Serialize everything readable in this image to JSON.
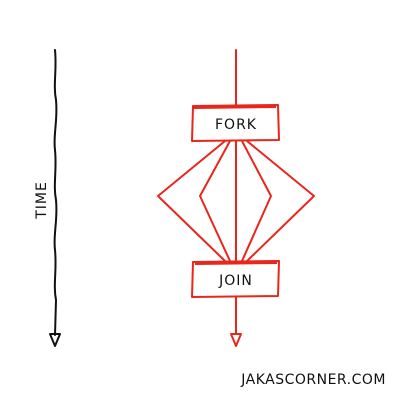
{
  "diagram": {
    "time_label": "TIME",
    "fork_label": "FORK",
    "join_label": "JOIN",
    "credit": "JAKASCORNER.COM"
  },
  "colors": {
    "accent": "#e8261c",
    "ink": "#111111",
    "background": "#ffffff"
  }
}
